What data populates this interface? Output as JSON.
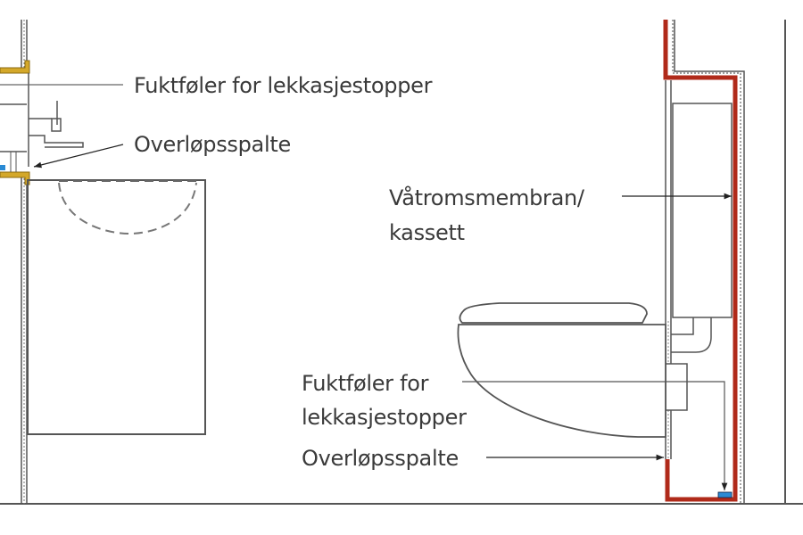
{
  "diagram": {
    "labels": {
      "sink_sensor": "Fuktføler for lekkasjestopper",
      "sink_overflow": "Overløpsspalte",
      "membrane_line1": "Våtromsmembran/",
      "membrane_line2": "kassett",
      "toilet_sensor_line1": "Fuktføler for",
      "toilet_sensor_line2": "lekkasjestopper",
      "toilet_overflow": "Overløpsspalte"
    },
    "colors": {
      "line": "#4a4a4a",
      "membrane_red": "#b02a1a",
      "sill_yellow": "#d4a82a",
      "sensor_blue": "#2a8ad4",
      "text": "#3a3a3a"
    }
  }
}
